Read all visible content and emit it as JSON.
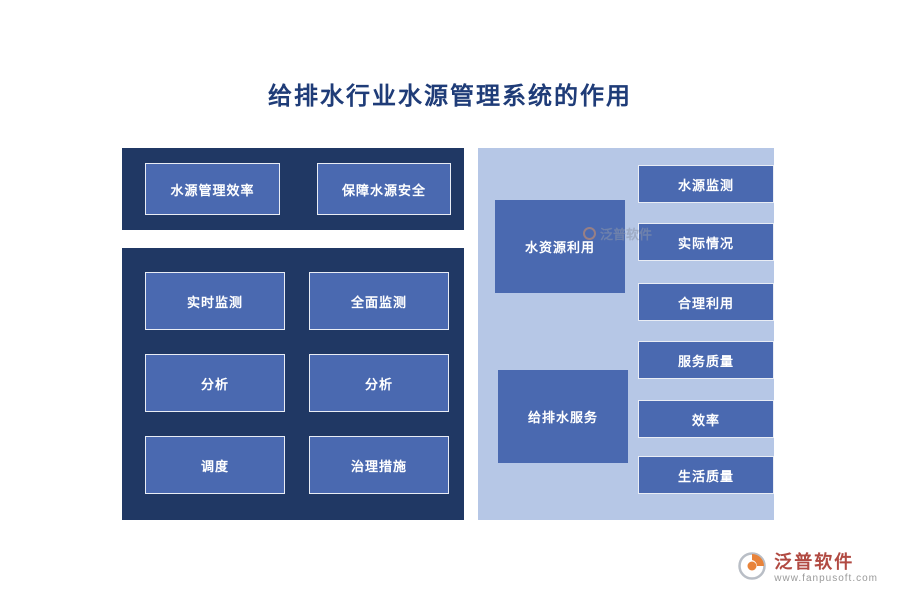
{
  "title": "给排水行业水源管理系统的作用",
  "left": {
    "top_panel": {
      "boxes": [
        "水源管理效率",
        "保障水源安全"
      ]
    },
    "bottom_panel": {
      "boxes": [
        "实时监测",
        "全面监测",
        "分析",
        "分析",
        "调度",
        "治理措施"
      ]
    }
  },
  "right": {
    "groups": [
      {
        "main": "水资源利用",
        "items": [
          "水源监测",
          "实际情况",
          "合理利用"
        ]
      },
      {
        "main": "给排水服务",
        "items": [
          "服务质量",
          "效率",
          "生活质量"
        ]
      }
    ]
  },
  "watermark": {
    "brand": "泛普软件",
    "url": "www.fanpusoft.com"
  },
  "colors": {
    "panel_dark": "#203864",
    "panel_light": "#b6c7e6",
    "box_blue": "#4a69b0",
    "title_blue": "#1f3c78",
    "brand_red": "#b14a42",
    "logo_orange": "#e8833a"
  }
}
